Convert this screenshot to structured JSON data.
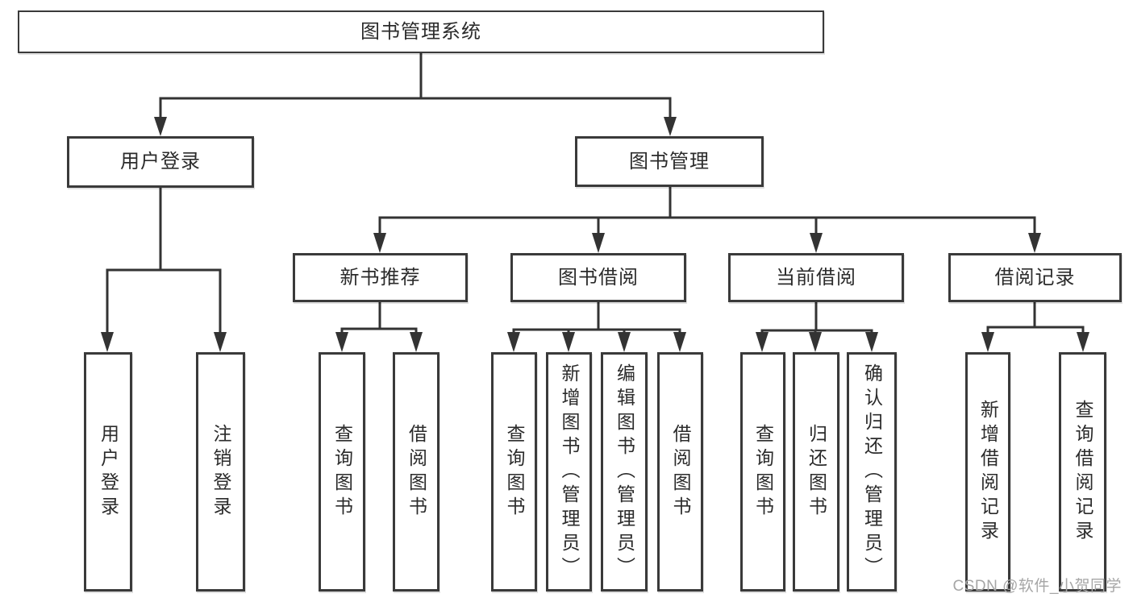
{
  "diagram": {
    "root": "图书管理系统",
    "user_login": {
      "label": "用户登录",
      "children": [
        "用户登录",
        "注销登录"
      ]
    },
    "book_mgmt": {
      "label": "图书管理",
      "sections": [
        {
          "label": "新书推荐",
          "children": [
            "查询图书",
            "借阅图书"
          ]
        },
        {
          "label": "图书借阅",
          "children": [
            "查询图书",
            "新增图书（管理员）",
            "编辑图书（管理员）",
            "借阅图书"
          ]
        },
        {
          "label": "当前借阅",
          "children": [
            "查询图书",
            "归还图书",
            "确认归还（管理员）"
          ]
        },
        {
          "label": "借阅记录",
          "children": [
            "新增借阅记录",
            "查询借阅记录"
          ]
        }
      ]
    },
    "watermark": "CSDN @软件_小贺同学",
    "colors": {
      "line": "#333333",
      "box_border": "#3a3a3a",
      "text": "#2b2b2b",
      "watermark": "#a6a6a6",
      "background": "#ffffff"
    }
  }
}
